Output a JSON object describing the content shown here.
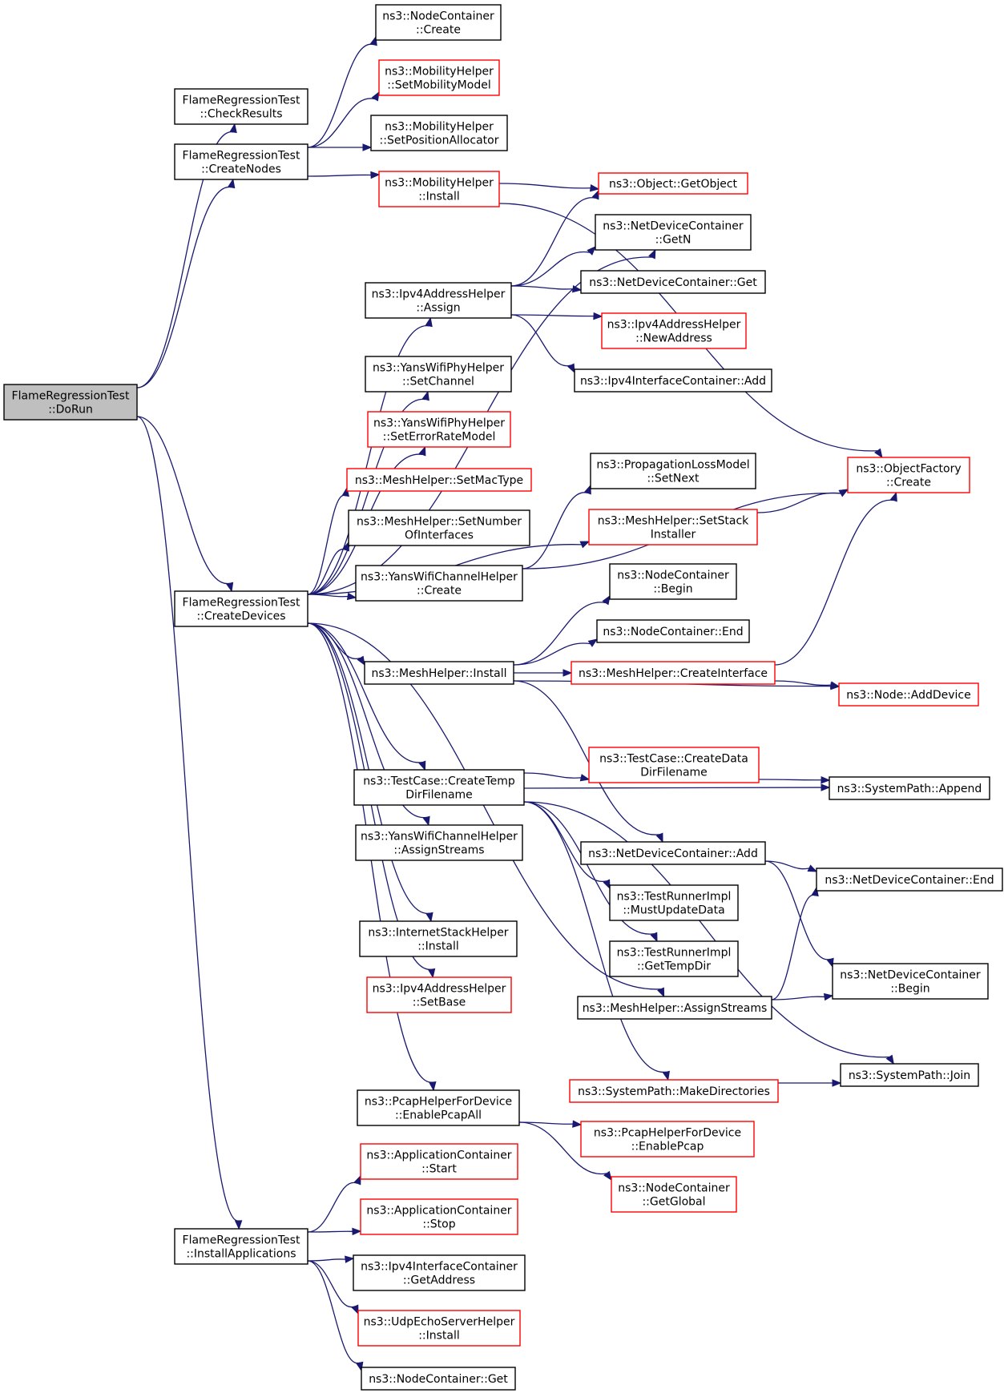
{
  "colors": {
    "edge": "#191970",
    "node_border_default": "#000000",
    "node_border_truncated": "#ff0000",
    "node_fill_default": "#ffffff",
    "node_fill_root": "#bfbfbf"
  },
  "nodes": {
    "dorun": {
      "lines": [
        "FlameRegressionTest",
        "::DoRun"
      ],
      "style": "root"
    },
    "checkresults": {
      "lines": [
        "FlameRegressionTest",
        "::CheckResults"
      ],
      "style": "normal"
    },
    "createnodes": {
      "lines": [
        "FlameRegressionTest",
        "::CreateNodes"
      ],
      "style": "normal"
    },
    "createdevices": {
      "lines": [
        "FlameRegressionTest",
        "::CreateDevices"
      ],
      "style": "normal"
    },
    "installapps": {
      "lines": [
        "FlameRegressionTest",
        "::InstallApplications"
      ],
      "style": "normal"
    },
    "nc_create": {
      "lines": [
        "ns3::NodeContainer",
        "::Create"
      ],
      "style": "normal"
    },
    "mh_setmobilitymodel": {
      "lines": [
        "ns3::MobilityHelper",
        "::SetMobilityModel"
      ],
      "style": "red"
    },
    "mh_setpositionallocator": {
      "lines": [
        "ns3::MobilityHelper",
        "::SetPositionAllocator"
      ],
      "style": "normal"
    },
    "mh_install": {
      "lines": [
        "ns3::MobilityHelper",
        "::Install"
      ],
      "style": "red"
    },
    "obj_getobject": {
      "lines": [
        "ns3::Object::GetObject"
      ],
      "style": "red"
    },
    "ndc_getn": {
      "lines": [
        "ns3::NetDeviceContainer",
        "::GetN"
      ],
      "style": "normal"
    },
    "ipv4ah_assign": {
      "lines": [
        "ns3::Ipv4AddressHelper",
        "::Assign"
      ],
      "style": "normal"
    },
    "ndc_get": {
      "lines": [
        "ns3::NetDeviceContainer::Get"
      ],
      "style": "normal"
    },
    "ipv4ah_newaddress": {
      "lines": [
        "ns3::Ipv4AddressHelper",
        "::NewAddress"
      ],
      "style": "red"
    },
    "ipv4ic_add": {
      "lines": [
        "ns3::Ipv4InterfaceContainer::Add"
      ],
      "style": "normal"
    },
    "ywph_setchannel": {
      "lines": [
        "ns3::YansWifiPhyHelper",
        "::SetChannel"
      ],
      "style": "normal"
    },
    "ywph_seterrorratemodel": {
      "lines": [
        "ns3::YansWifiPhyHelper",
        "::SetErrorRateModel"
      ],
      "style": "red"
    },
    "meshh_setmactype": {
      "lines": [
        "ns3::MeshHelper::SetMacType"
      ],
      "style": "red"
    },
    "meshh_setnumberofinterfaces": {
      "lines": [
        "ns3::MeshHelper::SetNumber",
        "OfInterfaces"
      ],
      "style": "normal"
    },
    "ywch_create": {
      "lines": [
        "ns3::YansWifiChannelHelper",
        "::Create"
      ],
      "style": "normal"
    },
    "plm_setnext": {
      "lines": [
        "ns3::PropagationLossModel",
        "::SetNext"
      ],
      "style": "normal"
    },
    "objf_create": {
      "lines": [
        "ns3::ObjectFactory",
        "::Create"
      ],
      "style": "red"
    },
    "meshh_setstackinstaller": {
      "lines": [
        "ns3::MeshHelper::SetStack",
        "Installer"
      ],
      "style": "red"
    },
    "nc_begin": {
      "lines": [
        "ns3::NodeContainer",
        "::Begin"
      ],
      "style": "normal"
    },
    "nc_end": {
      "lines": [
        "ns3::NodeContainer::End"
      ],
      "style": "normal"
    },
    "meshh_install": {
      "lines": [
        "ns3::MeshHelper::Install"
      ],
      "style": "normal"
    },
    "meshh_createinterface": {
      "lines": [
        "ns3::MeshHelper::CreateInterface"
      ],
      "style": "red"
    },
    "node_adddevice": {
      "lines": [
        "ns3::Node::AddDevice"
      ],
      "style": "red"
    },
    "tc_createtempdirfilename": {
      "lines": [
        "ns3::TestCase::CreateTemp",
        "DirFilename"
      ],
      "style": "normal"
    },
    "tc_createdatadirfilename": {
      "lines": [
        "ns3::TestCase::CreateData",
        "DirFilename"
      ],
      "style": "red"
    },
    "sp_append": {
      "lines": [
        "ns3::SystemPath::Append"
      ],
      "style": "normal"
    },
    "ywch_assignstreams": {
      "lines": [
        "ns3::YansWifiChannelHelper",
        "::AssignStreams"
      ],
      "style": "normal"
    },
    "ndc_add": {
      "lines": [
        "ns3::NetDeviceContainer::Add"
      ],
      "style": "normal"
    },
    "ndc_end": {
      "lines": [
        "ns3::NetDeviceContainer::End"
      ],
      "style": "normal"
    },
    "tri_mustupdatedata": {
      "lines": [
        "ns3::TestRunnerImpl",
        "::MustUpdateData"
      ],
      "style": "normal"
    },
    "ish_install": {
      "lines": [
        "ns3::InternetStackHelper",
        "::Install"
      ],
      "style": "normal"
    },
    "tri_gettempdir": {
      "lines": [
        "ns3::TestRunnerImpl",
        "::GetTempDir"
      ],
      "style": "normal"
    },
    "ndc_begin": {
      "lines": [
        "ns3::NetDeviceContainer",
        "::Begin"
      ],
      "style": "normal"
    },
    "ipv4ah_setbase": {
      "lines": [
        "ns3::Ipv4AddressHelper",
        "::SetBase"
      ],
      "style": "red"
    },
    "meshh_assignstreams": {
      "lines": [
        "ns3::MeshHelper::AssignStreams"
      ],
      "style": "normal"
    },
    "sp_join": {
      "lines": [
        "ns3::SystemPath::Join"
      ],
      "style": "normal"
    },
    "sp_makedirectories": {
      "lines": [
        "ns3::SystemPath::MakeDirectories"
      ],
      "style": "red"
    },
    "phfd_enablepcapall": {
      "lines": [
        "ns3::PcapHelperForDevice",
        "::EnablePcapAll"
      ],
      "style": "normal"
    },
    "phfd_enablepcap": {
      "lines": [
        "ns3::PcapHelperForDevice",
        "::EnablePcap"
      ],
      "style": "red"
    },
    "ac_start": {
      "lines": [
        "ns3::ApplicationContainer",
        "::Start"
      ],
      "style": "red"
    },
    "nc_getglobal": {
      "lines": [
        "ns3::NodeContainer",
        "::GetGlobal"
      ],
      "style": "red"
    },
    "ac_stop": {
      "lines": [
        "ns3::ApplicationContainer",
        "::Stop"
      ],
      "style": "red"
    },
    "ipv4ic_getaddress": {
      "lines": [
        "ns3::Ipv4InterfaceContainer",
        "::GetAddress"
      ],
      "style": "normal"
    },
    "uesh_install": {
      "lines": [
        "ns3::UdpEchoServerHelper",
        "::Install"
      ],
      "style": "red"
    },
    "nc_get": {
      "lines": [
        "ns3::NodeContainer::Get"
      ],
      "style": "normal"
    }
  },
  "edges": [
    [
      "dorun",
      "checkresults"
    ],
    [
      "dorun",
      "createnodes"
    ],
    [
      "dorun",
      "createdevices"
    ],
    [
      "dorun",
      "installapps"
    ],
    [
      "createnodes",
      "nc_create"
    ],
    [
      "createnodes",
      "mh_setmobilitymodel"
    ],
    [
      "createnodes",
      "mh_setpositionallocator"
    ],
    [
      "createnodes",
      "mh_install"
    ],
    [
      "mh_install",
      "obj_getobject"
    ],
    [
      "mh_install",
      "objf_create"
    ],
    [
      "createdevices",
      "ndc_getn"
    ],
    [
      "createdevices",
      "ipv4ah_assign"
    ],
    [
      "createdevices",
      "ywph_setchannel"
    ],
    [
      "createdevices",
      "ywph_seterrorratemodel"
    ],
    [
      "createdevices",
      "meshh_setmactype"
    ],
    [
      "createdevices",
      "meshh_setnumberofinterfaces"
    ],
    [
      "createdevices",
      "ywch_create"
    ],
    [
      "createdevices",
      "meshh_setstackinstaller"
    ],
    [
      "createdevices",
      "meshh_install"
    ],
    [
      "createdevices",
      "tc_createtempdirfilename"
    ],
    [
      "createdevices",
      "ywch_assignstreams"
    ],
    [
      "createdevices",
      "ish_install"
    ],
    [
      "createdevices",
      "ipv4ah_setbase"
    ],
    [
      "createdevices",
      "meshh_assignstreams"
    ],
    [
      "createdevices",
      "phfd_enablepcapall"
    ],
    [
      "ipv4ah_assign",
      "obj_getobject"
    ],
    [
      "ipv4ah_assign",
      "ndc_getn"
    ],
    [
      "ipv4ah_assign",
      "ndc_get"
    ],
    [
      "ipv4ah_assign",
      "ipv4ah_newaddress"
    ],
    [
      "ipv4ah_assign",
      "ipv4ic_add"
    ],
    [
      "ywch_create",
      "plm_setnext"
    ],
    [
      "ywch_create",
      "objf_create"
    ],
    [
      "meshh_setstackinstaller",
      "objf_create"
    ],
    [
      "meshh_install",
      "nc_begin"
    ],
    [
      "meshh_install",
      "nc_end"
    ],
    [
      "meshh_install",
      "meshh_createinterface"
    ],
    [
      "meshh_install",
      "node_adddevice"
    ],
    [
      "meshh_install",
      "ndc_add"
    ],
    [
      "meshh_createinterface",
      "objf_create"
    ],
    [
      "meshh_createinterface",
      "node_adddevice"
    ],
    [
      "tc_createtempdirfilename",
      "tc_createdatadirfilename"
    ],
    [
      "tc_createtempdirfilename",
      "sp_append"
    ],
    [
      "tc_createtempdirfilename",
      "tri_mustupdatedata"
    ],
    [
      "tc_createtempdirfilename",
      "tri_gettempdir"
    ],
    [
      "tc_createtempdirfilename",
      "sp_join"
    ],
    [
      "tc_createtempdirfilename",
      "sp_makedirectories"
    ],
    [
      "tc_createdatadirfilename",
      "sp_append"
    ],
    [
      "ndc_add",
      "ndc_end"
    ],
    [
      "ndc_add",
      "ndc_begin"
    ],
    [
      "meshh_assignstreams",
      "ndc_end"
    ],
    [
      "meshh_assignstreams",
      "ndc_begin"
    ],
    [
      "sp_makedirectories",
      "sp_join"
    ],
    [
      "phfd_enablepcapall",
      "phfd_enablepcap"
    ],
    [
      "phfd_enablepcapall",
      "nc_getglobal"
    ],
    [
      "installapps",
      "ac_start"
    ],
    [
      "installapps",
      "ac_stop"
    ],
    [
      "installapps",
      "ipv4ic_getaddress"
    ],
    [
      "installapps",
      "uesh_install"
    ],
    [
      "installapps",
      "nc_get"
    ]
  ]
}
